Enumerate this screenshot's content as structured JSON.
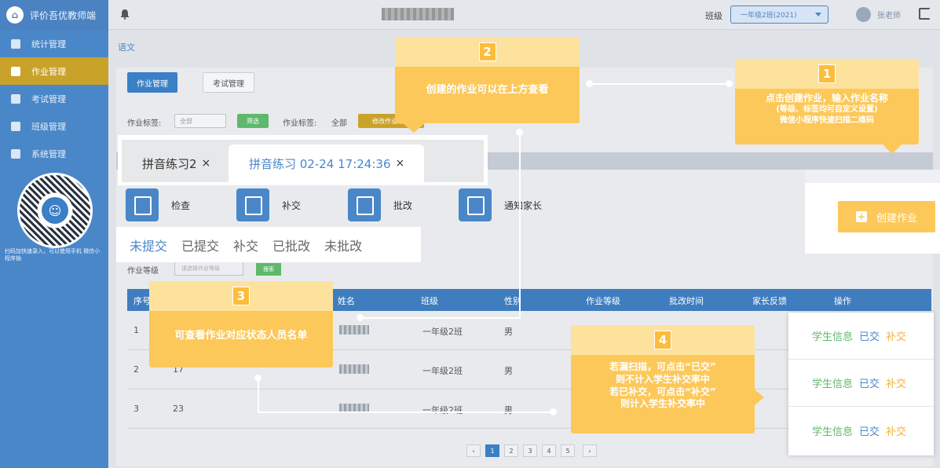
{
  "app": {
    "title": "评价吾优教师端"
  },
  "sidebar": {
    "items": [
      {
        "label": "统计管理",
        "active": false
      },
      {
        "label": "作业管理",
        "active": true
      },
      {
        "label": "考试管理",
        "active": false
      },
      {
        "label": "班级管理",
        "active": false
      },
      {
        "label": "系统管理",
        "active": false
      }
    ],
    "qr_caption": "扫码加快速录入，可以使用手机 微信小程序抽"
  },
  "topbar": {
    "class_label": "班级",
    "class_value": "一年级2班(2021)",
    "user": "张老师"
  },
  "main": {
    "breadcrumb": "语文",
    "tabs": {
      "homework": "作业管理",
      "exam": "考试管理"
    },
    "filter": {
      "tag_label": "作业标签:",
      "tag_placeholder": "全部",
      "filter_btn": "筛选",
      "tag_label2": "作业标签:",
      "tag_value2": "全部",
      "edit_btn": "修改作业标签"
    },
    "homework_tabs": [
      {
        "label": "拼音练习2",
        "close": "×"
      },
      {
        "label": "拼音练习 02-24 17:24:36",
        "close": "×"
      }
    ],
    "actions": [
      {
        "label": "检查"
      },
      {
        "label": "补交"
      },
      {
        "label": "批改"
      },
      {
        "label": "通知家长"
      }
    ],
    "status_tabs": [
      "未提交",
      "已提交",
      "补交",
      "已批改",
      "未批改"
    ],
    "grade_filter": {
      "label": "作业等级",
      "placeholder": "请选择作业等级",
      "btn": "搜索"
    },
    "table": {
      "headers": [
        "序号",
        "",
        "姓名",
        "班级",
        "性别",
        "作业等级",
        "批改时间",
        "家长反馈",
        "操作"
      ],
      "rows": [
        {
          "no": "1",
          "id": "",
          "class": "一年级2班",
          "gender": "男"
        },
        {
          "no": "2",
          "id": "17",
          "class": "一年级2班",
          "gender": "男"
        },
        {
          "no": "3",
          "id": "23",
          "class": "一年级2班",
          "gender": "男"
        }
      ]
    },
    "pagination": {
      "prev": "‹",
      "pages": [
        "1",
        "2",
        "3",
        "4",
        "5"
      ],
      "next": "›"
    }
  },
  "create": {
    "label": "创建作业",
    "plus": "+"
  },
  "ops": [
    {
      "info": "学生信息",
      "done": "已交",
      "make": "补交"
    },
    {
      "info": "学生信息",
      "done": "已交",
      "make": "补交"
    },
    {
      "info": "学生信息",
      "done": "已交",
      "make": "补交"
    }
  ],
  "callouts": {
    "c1": {
      "num": "1",
      "line1": "点击创建作业，输入作业名称",
      "line2": "(等级、标签均可自定义设置)",
      "line3": "微信小程序快速扫描二维码"
    },
    "c2": {
      "num": "2",
      "text": "创建的作业可以在上方查看"
    },
    "c3": {
      "num": "3",
      "text": "可查看作业对应状态人员名单"
    },
    "c4": {
      "num": "4",
      "line1": "若漏扫描，可点击“已交”",
      "line2": "则不计入学生补交率中",
      "line3": "若已补交，可点击“补交”",
      "line4": "则计入学生补交率中"
    }
  },
  "colors": {
    "primary": "#4a87c9",
    "accent": "#fcc85a",
    "green": "#5fb86b"
  }
}
